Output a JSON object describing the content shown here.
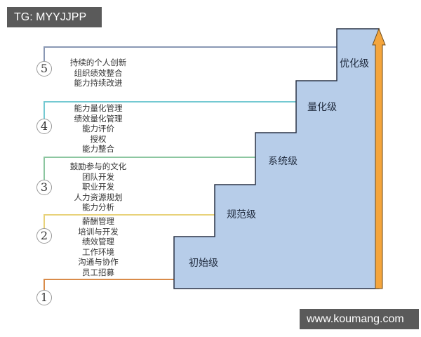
{
  "watermarks": {
    "top_left": "TG: MYYJJPP",
    "bottom_right": "www.koumang.com"
  },
  "colors": {
    "stair_fill": "#b7cde9",
    "stair_stroke": "#2a3346",
    "arrow_fill": "#f4a53c",
    "arrow_stroke": "#6b4a1c",
    "line_level1": "#d98b4a",
    "line_level2": "#e8d27a",
    "line_level3": "#8cc6a0",
    "line_level4": "#74c9d2",
    "line_level5": "#8a98b4"
  },
  "levels": [
    {
      "number": "1",
      "name": "初始级",
      "items": []
    },
    {
      "number": "2",
      "name": "规范级",
      "items": [
        "薪酬管理",
        "培训与开发",
        "绩效管理",
        "工作环境",
        "沟通与协作",
        "员工招募"
      ]
    },
    {
      "number": "3",
      "name": "系统级",
      "items": [
        "鼓励参与的文化",
        "团队开发",
        "职业开发",
        "人力资源规划",
        "能力分析"
      ]
    },
    {
      "number": "4",
      "name": "量化级",
      "items": [
        "能力量化管理",
        "绩效量化管理",
        "能力评价",
        "授权",
        "能力整合"
      ]
    },
    {
      "number": "5",
      "name": "优化级",
      "items": [
        "持续的个人创新",
        "组织绩效整合",
        "能力持续改进"
      ]
    }
  ]
}
